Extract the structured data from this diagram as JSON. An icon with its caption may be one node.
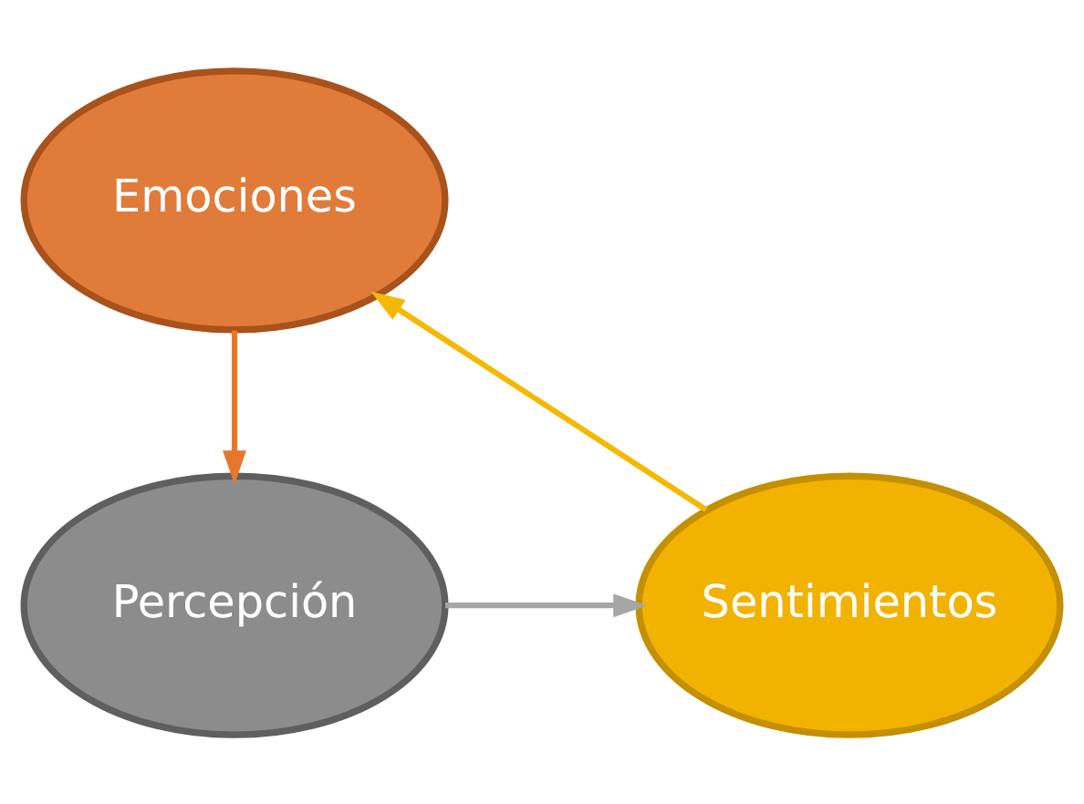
{
  "diagram": {
    "nodes": [
      {
        "text": [
          "Emociones"
        ]
      },
      {
        "text": [
          "Percepción"
        ]
      },
      {
        "text": [
          "Sentimientos"
        ]
      }
    ],
    "edges": [
      {
        "from": 0,
        "to": 1,
        "arrow": "to",
        "color": "#e8772e"
      },
      {
        "from": 1,
        "to": 2,
        "arrow": "to",
        "color": "#a6a6a6"
      },
      {
        "from": 2,
        "to": 0,
        "arrow": "to",
        "color": "#f5b800"
      }
    ]
  }
}
